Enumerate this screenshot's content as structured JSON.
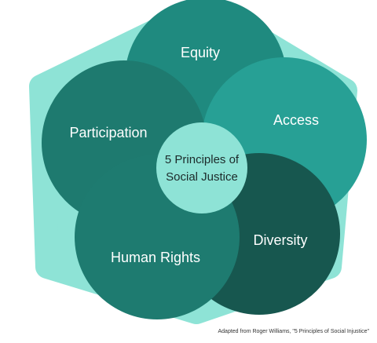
{
  "diagram": {
    "center": {
      "line1": "5 Principles of",
      "line2": "Social Justice"
    },
    "principles": {
      "equity": "Equity",
      "access": "Access",
      "participation": "Participation",
      "diversity": "Diversity",
      "human_rights": "Human Rights"
    },
    "colors": {
      "backdrop": "#8ee3d6",
      "equity": "#1f8a7f",
      "access": "#27a095",
      "participation": "#1e7a6f",
      "diversity": "#17574f",
      "human_rights": "#1e7b70",
      "center": "#8ee3d6"
    }
  },
  "caption": "Adapted from Roger Williams, \"5 Principles of Social Injustice\""
}
